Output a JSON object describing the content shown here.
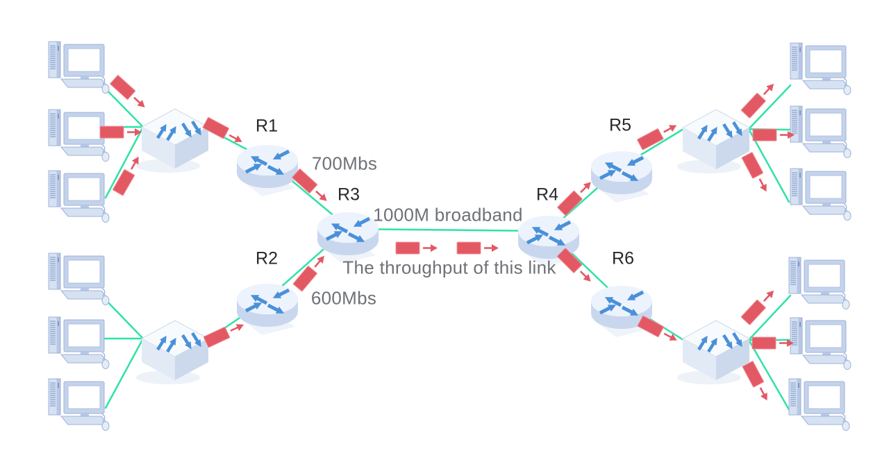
{
  "diagram_type": "network-topology",
  "routers": [
    {
      "label": "R1"
    },
    {
      "label": "R2"
    },
    {
      "label": "R3"
    },
    {
      "label": "R4"
    },
    {
      "label": "R5"
    },
    {
      "label": "R6"
    }
  ],
  "annotations": {
    "r1_r3_bandwidth": "700Mbs",
    "r2_r3_bandwidth": "600Mbs",
    "r3_r4_bandwidth": "1000M broadband",
    "r3_r4_note": "The throughput of this link"
  },
  "topology": {
    "node_counts": {
      "computers": 12,
      "switches": 4,
      "routers": 6
    },
    "links": [
      "PC1-SW1",
      "PC2-SW1",
      "PC3-SW1",
      "SW1-R1",
      "R1-R3",
      "R2-R3",
      "SW2-R2",
      "PC4-SW2",
      "PC5-SW2",
      "PC6-SW2",
      "R3-R4",
      "R4-R5",
      "R4-R6",
      "R5-SW3",
      "R6-SW4",
      "SW3-PC7",
      "SW3-PC8",
      "SW3-PC9",
      "SW4-PC10",
      "SW4-PC11",
      "SW4-PC12"
    ],
    "packet_marker_count": 19
  },
  "colors": {
    "link_green": "#2ee3a4",
    "packet_red": "#e25964",
    "icon_blue": "#4a90d9",
    "node_fill_light": "#edf3fc",
    "node_side": "#c9d7ee",
    "label_dark": "#26282b",
    "label_gray": "#6e7176"
  }
}
